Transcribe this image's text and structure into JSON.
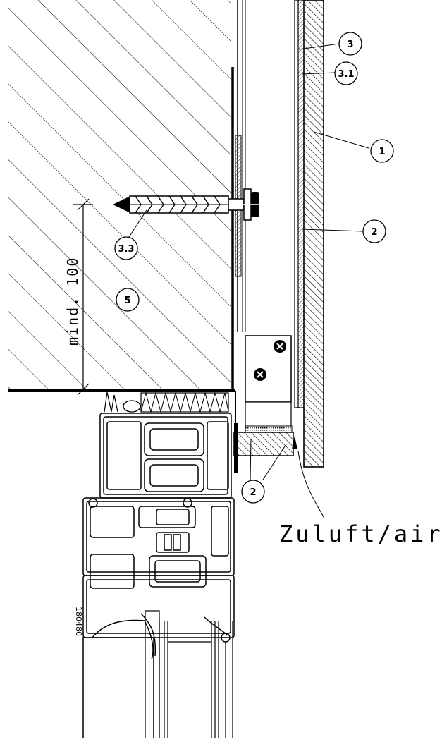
{
  "drawing": {
    "dimension_label": "mind. 100",
    "airflow_label": "Zuluft/air",
    "profile_code": "180480",
    "callouts": [
      {
        "id": "c1",
        "label": "1"
      },
      {
        "id": "c2a",
        "label": "2"
      },
      {
        "id": "c2b",
        "label": "2"
      },
      {
        "id": "c3",
        "label": "3"
      },
      {
        "id": "c31",
        "label": "3.1"
      },
      {
        "id": "c33",
        "label": "3.3"
      },
      {
        "id": "c5",
        "label": "5"
      }
    ]
  }
}
